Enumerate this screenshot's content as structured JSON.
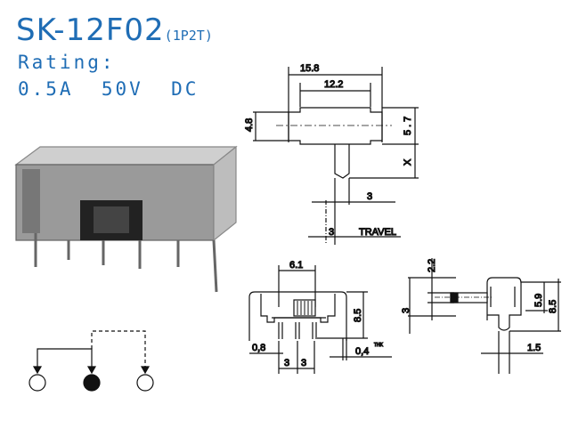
{
  "header": {
    "model": "SK-12F02",
    "config": "(1P2T)",
    "rating_label": "Rating:",
    "rating_value": "0.5A  50V  DC"
  },
  "top_view": {
    "width_outer": "15.8",
    "width_inner": "12.2",
    "height_left": "4.8",
    "height_right": "5.7",
    "actuator_height": "X",
    "actuator_width": "3",
    "travel_value": "3",
    "travel_label": "TRAVEL"
  },
  "front_view": {
    "actuator_width": "6.1",
    "height": "8.5",
    "pin_width": "0,8",
    "pitch_1": "3",
    "pitch_2": "3",
    "thickness": "0,4",
    "thickness_unit": "THK"
  },
  "side_view": {
    "actuator_offset": "2.2",
    "actuator_height": "3",
    "body_height": "5.9",
    "total_height": "8.5",
    "pin_width": "1.5"
  },
  "colors": {
    "title": "#1f6db5"
  }
}
